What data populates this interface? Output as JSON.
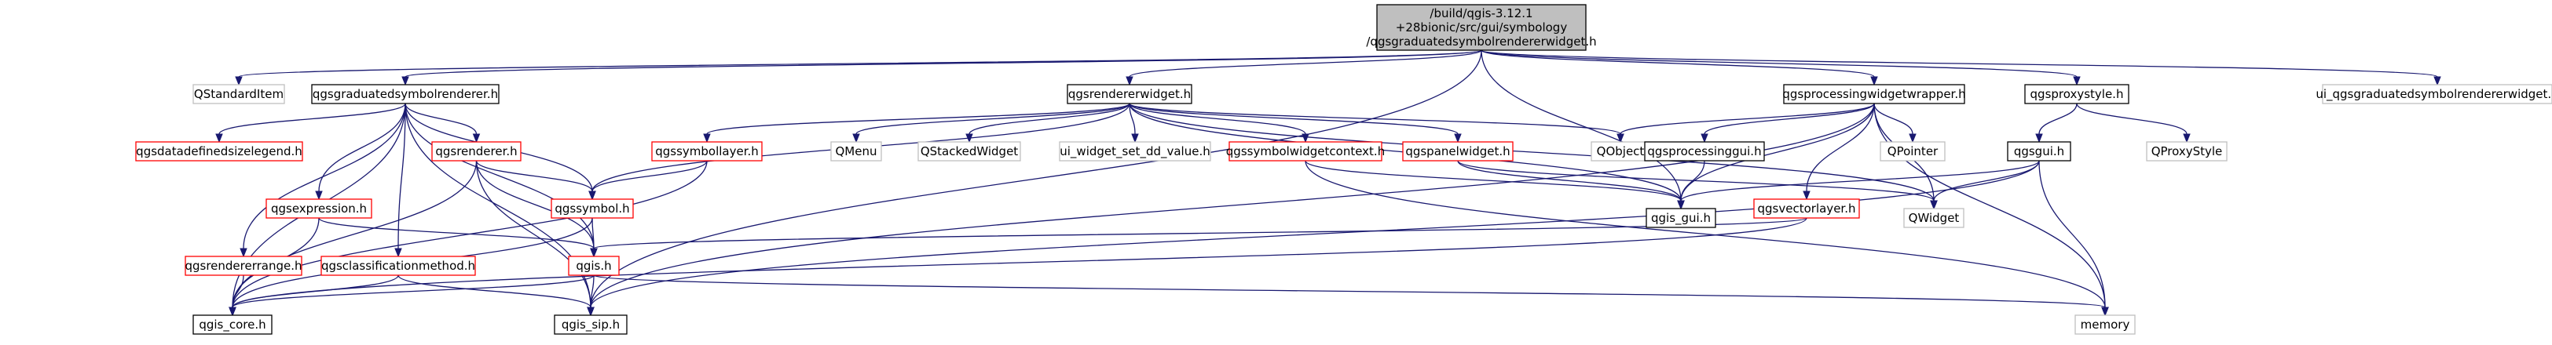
{
  "colors": {
    "edge": "#191970",
    "root_fill": "#bfbfbf",
    "root_border": "#000000",
    "normal_border": "#000000",
    "red_border": "#ff0000",
    "gray_border": "#bfbfbf",
    "gray_text": "#000000",
    "node_fill": "#ffffff"
  },
  "nodes": [
    {
      "id": "root",
      "lines": [
        "/build/qgis-3.12.1",
        "+28bionic/src/gui/symbology",
        "/qgsgraduatedsymbolrendererwidget.h"
      ],
      "style": "root"
    },
    {
      "id": "qstandarditem",
      "lines": [
        "QStandardItem"
      ],
      "style": "gray"
    },
    {
      "id": "qgsgraduatedsymbolrenderer",
      "lines": [
        "qgsgraduatedsymbolrenderer.h"
      ],
      "style": "normal"
    },
    {
      "id": "qgsrendererwidget",
      "lines": [
        "qgsrendererwidget.h"
      ],
      "style": "normal"
    },
    {
      "id": "qgsprocessingwidgetwrapper",
      "lines": [
        "qgsprocessingwidgetwrapper.h"
      ],
      "style": "normal"
    },
    {
      "id": "qgsproxystyle",
      "lines": [
        "qgsproxystyle.h"
      ],
      "style": "normal"
    },
    {
      "id": "ui_graduated",
      "lines": [
        "ui_qgsgraduatedsymbolrendererwidget.h"
      ],
      "style": "gray"
    },
    {
      "id": "qgsdatadefinedsizelegend",
      "lines": [
        "qgsdatadefinedsizelegend.h"
      ],
      "style": "red"
    },
    {
      "id": "qgsrenderer",
      "lines": [
        "qgsrenderer.h"
      ],
      "style": "red"
    },
    {
      "id": "qgssymbollayer",
      "lines": [
        "qgssymbollayer.h"
      ],
      "style": "red"
    },
    {
      "id": "qmenu",
      "lines": [
        "QMenu"
      ],
      "style": "gray"
    },
    {
      "id": "qstackedwidget",
      "lines": [
        "QStackedWidget"
      ],
      "style": "gray"
    },
    {
      "id": "ui_widget_set_dd_value",
      "lines": [
        "ui_widget_set_dd_value.h"
      ],
      "style": "gray"
    },
    {
      "id": "qgssymbolwidgetcontext",
      "lines": [
        "qgssymbolwidgetcontext.h"
      ],
      "style": "red"
    },
    {
      "id": "qgspanelwidget",
      "lines": [
        "qgspanelwidget.h"
      ],
      "style": "red"
    },
    {
      "id": "qobject",
      "lines": [
        "QObject"
      ],
      "style": "gray"
    },
    {
      "id": "qgsprocessinggui",
      "lines": [
        "qgsprocessinggui.h"
      ],
      "style": "normal"
    },
    {
      "id": "qpointer",
      "lines": [
        "QPointer"
      ],
      "style": "gray"
    },
    {
      "id": "qproxystyle",
      "lines": [
        "QProxyStyle"
      ],
      "style": "gray"
    },
    {
      "id": "qgsgui",
      "lines": [
        "qgsgui.h"
      ],
      "style": "normal"
    },
    {
      "id": "qgsexpression",
      "lines": [
        "qgsexpression.h"
      ],
      "style": "red"
    },
    {
      "id": "qgssymbol",
      "lines": [
        "qgssymbol.h"
      ],
      "style": "red"
    },
    {
      "id": "qgis_gui",
      "lines": [
        "qgis_gui.h"
      ],
      "style": "normal"
    },
    {
      "id": "qgsvectorlayer",
      "lines": [
        "qgsvectorlayer.h"
      ],
      "style": "red"
    },
    {
      "id": "qwidget",
      "lines": [
        "QWidget"
      ],
      "style": "gray"
    },
    {
      "id": "qgsrendererrange",
      "lines": [
        "qgsrendererrange.h"
      ],
      "style": "red"
    },
    {
      "id": "qgsclassificationmethod",
      "lines": [
        "qgsclassificationmethod.h"
      ],
      "style": "red"
    },
    {
      "id": "qgis",
      "lines": [
        "qgis.h"
      ],
      "style": "red"
    },
    {
      "id": "qgis_core",
      "lines": [
        "qgis_core.h"
      ],
      "style": "normal"
    },
    {
      "id": "qgis_sip",
      "lines": [
        "qgis_sip.h"
      ],
      "style": "normal"
    },
    {
      "id": "memory",
      "lines": [
        "memory"
      ],
      "style": "gray"
    }
  ],
  "edges": [
    [
      "root",
      "qstandarditem"
    ],
    [
      "root",
      "qgsgraduatedsymbolrenderer"
    ],
    [
      "root",
      "qgsrendererwidget"
    ],
    [
      "root",
      "qgsprocessingwidgetwrapper"
    ],
    [
      "root",
      "qgsproxystyle"
    ],
    [
      "root",
      "ui_graduated"
    ],
    [
      "root",
      "qgis_gui"
    ],
    [
      "root",
      "qgis_sip"
    ],
    [
      "qgsgraduatedsymbolrenderer",
      "qgsdatadefinedsizelegend"
    ],
    [
      "qgsgraduatedsymbolrenderer",
      "qgsrenderer"
    ],
    [
      "qgsgraduatedsymbolrenderer",
      "qgsexpression"
    ],
    [
      "qgsgraduatedsymbolrenderer",
      "qgssymbol"
    ],
    [
      "qgsgraduatedsymbolrenderer",
      "qgsrendererrange"
    ],
    [
      "qgsgraduatedsymbolrenderer",
      "qgsclassificationmethod"
    ],
    [
      "qgsgraduatedsymbolrenderer",
      "qgis"
    ],
    [
      "qgsgraduatedsymbolrenderer",
      "qgis_core"
    ],
    [
      "qgsgraduatedsymbolrenderer",
      "qgis_sip"
    ],
    [
      "qgsrendererwidget",
      "qgssymbollayer"
    ],
    [
      "qgsrendererwidget",
      "qmenu"
    ],
    [
      "qgsrendererwidget",
      "qstackedwidget"
    ],
    [
      "qgsrendererwidget",
      "ui_widget_set_dd_value"
    ],
    [
      "qgsrendererwidget",
      "qgssymbolwidgetcontext"
    ],
    [
      "qgsrendererwidget",
      "qgspanelwidget"
    ],
    [
      "qgsrendererwidget",
      "qobject"
    ],
    [
      "qgsrendererwidget",
      "qgssymbol"
    ],
    [
      "qgsrendererwidget",
      "qgis_gui"
    ],
    [
      "qgsrendererwidget",
      "qwidget"
    ],
    [
      "qgsprocessingwidgetwrapper",
      "qobject"
    ],
    [
      "qgsprocessingwidgetwrapper",
      "qgsprocessinggui"
    ],
    [
      "qgsprocessingwidgetwrapper",
      "qpointer"
    ],
    [
      "qgsprocessingwidgetwrapper",
      "qgis_gui"
    ],
    [
      "qgsprocessingwidgetwrapper",
      "qgsvectorlayer"
    ],
    [
      "qgsprocessingwidgetwrapper",
      "qwidget"
    ],
    [
      "qgsprocessingwidgetwrapper",
      "qgis_sip"
    ],
    [
      "qgsprocessingwidgetwrapper",
      "memory"
    ],
    [
      "qgsproxystyle",
      "qproxystyle"
    ],
    [
      "qgsproxystyle",
      "qgsgui"
    ],
    [
      "qgsgui",
      "qgis_gui"
    ],
    [
      "qgsgui",
      "qwidget"
    ],
    [
      "qgsgui",
      "qgis_sip"
    ],
    [
      "qgsgui",
      "memory"
    ],
    [
      "qgsprocessinggui",
      "qgis_gui"
    ],
    [
      "qgsrenderer",
      "qgssymbol"
    ],
    [
      "qgsrenderer",
      "qgis"
    ],
    [
      "qgsrenderer",
      "qgis_core"
    ],
    [
      "qgsrenderer",
      "qgis_sip"
    ],
    [
      "qgssymbollayer",
      "qgssymbol"
    ],
    [
      "qgssymbollayer",
      "qgis_core"
    ],
    [
      "qgssymbolwidgetcontext",
      "qgis_gui"
    ],
    [
      "qgssymbolwidgetcontext",
      "memory"
    ],
    [
      "qgspanelwidget",
      "qgis_gui"
    ],
    [
      "qgspanelwidget",
      "qwidget"
    ],
    [
      "qgsexpression",
      "qgis"
    ],
    [
      "qgsexpression",
      "qgis_core"
    ],
    [
      "qgssymbol",
      "qgis"
    ],
    [
      "qgssymbol",
      "qgis_core"
    ],
    [
      "qgsvectorlayer",
      "qgis"
    ],
    [
      "qgsvectorlayer",
      "qgis_core"
    ],
    [
      "qgsrendererrange",
      "qgis_core"
    ],
    [
      "qgsclassificationmethod",
      "qgis_core"
    ],
    [
      "qgsclassificationmethod",
      "qgis_sip"
    ],
    [
      "qgis",
      "qgis_core"
    ],
    [
      "qgis",
      "qgis_sip"
    ],
    [
      "qgis",
      "memory"
    ]
  ]
}
